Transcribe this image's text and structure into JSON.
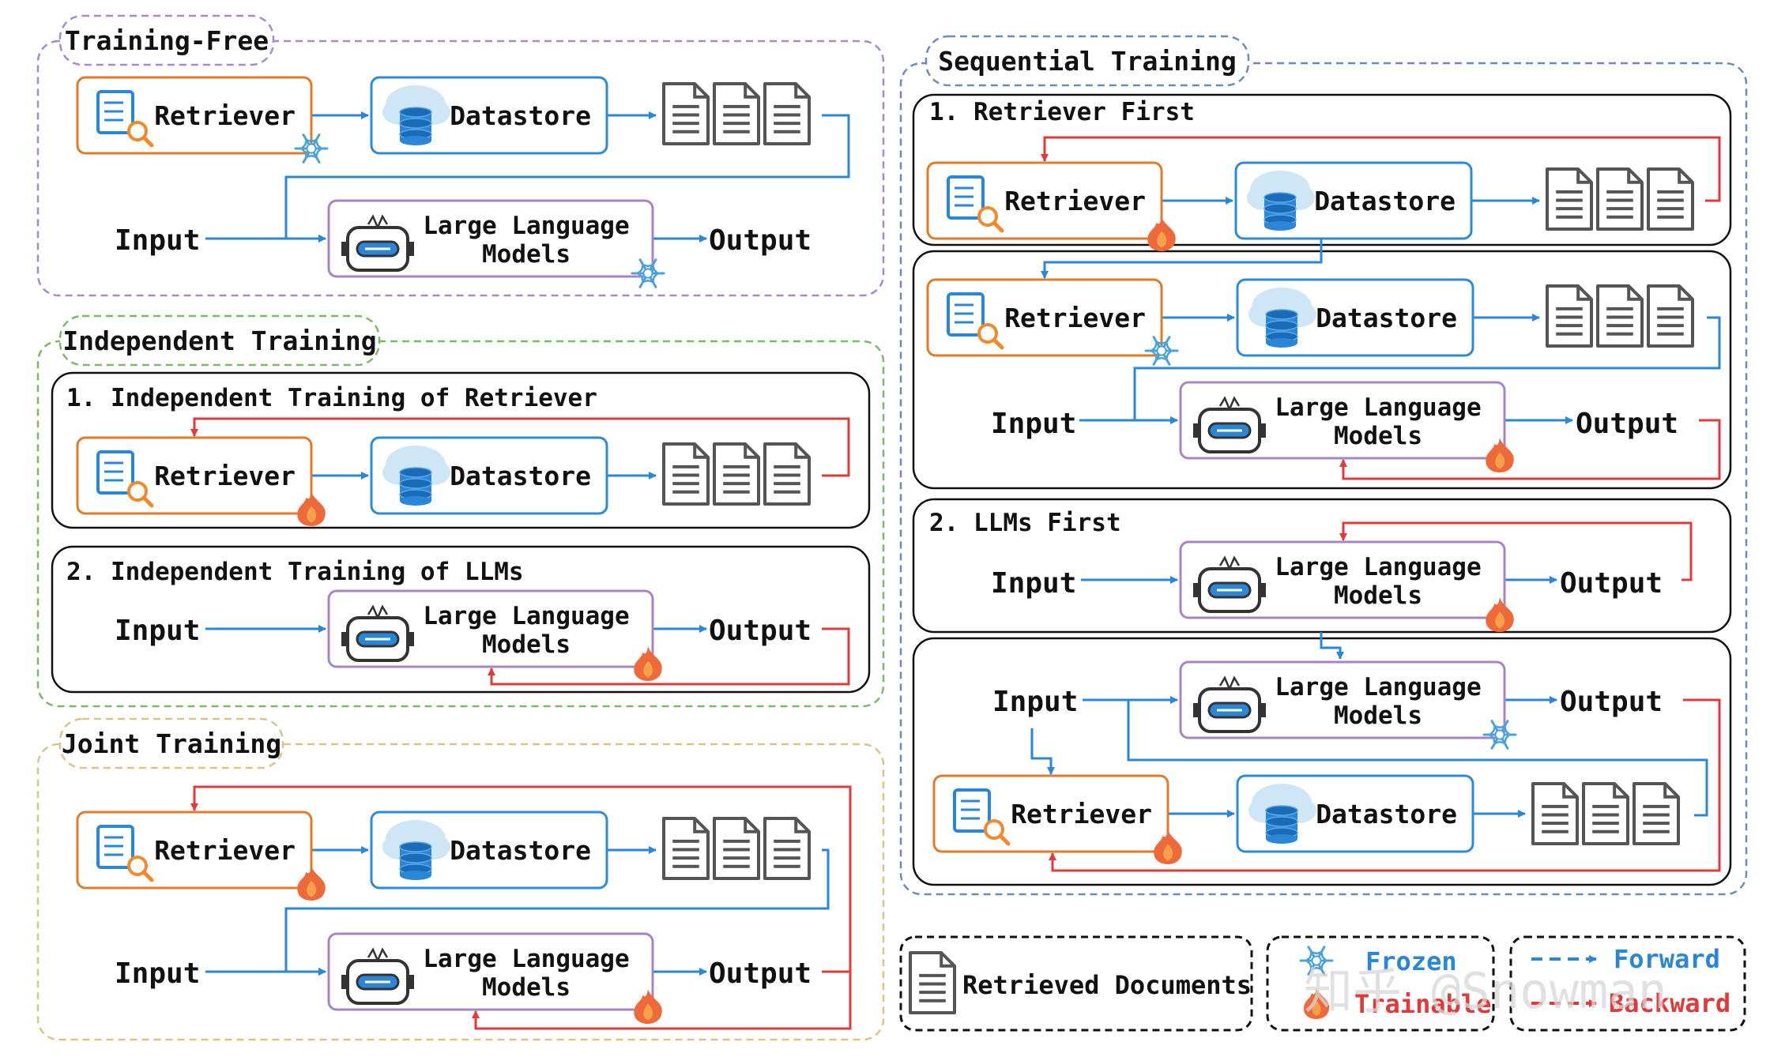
{
  "sections": {
    "training_free": "Training-Free",
    "independent": "Independent Training",
    "joint": "Joint Training",
    "sequential": "Sequential Training"
  },
  "subsections": {
    "ind_retriever": "1. Independent Training of Retriever",
    "ind_llm": "2. Independent Training of LLMs",
    "seq_retriever_first": "1. Retriever First",
    "seq_llm_first": "2. LLMs First"
  },
  "nodes": {
    "retriever": "Retriever",
    "datastore": "Datastore",
    "llm_line1": "Large Language",
    "llm_line2": "Models",
    "input": "Input",
    "output": "Output"
  },
  "legend": {
    "retrieved_documents": "Retrieved Documents",
    "frozen": "Frozen",
    "trainable": "Trainable",
    "forward": "Forward",
    "backward": "Backward"
  },
  "watermark": "知乎 @Snowman",
  "colors": {
    "retriever_border": "#e07b2a",
    "datastore_border": "#2c8ad8",
    "llm_border": "#a785c4",
    "forward_arrow": "#2a86d6",
    "backward_arrow": "#e03a3a",
    "training_free_frame": "#a98ac6",
    "independent_frame": "#7fb86a",
    "joint_frame": "#d9c48a",
    "sequential_frame": "#6d8bb4"
  }
}
